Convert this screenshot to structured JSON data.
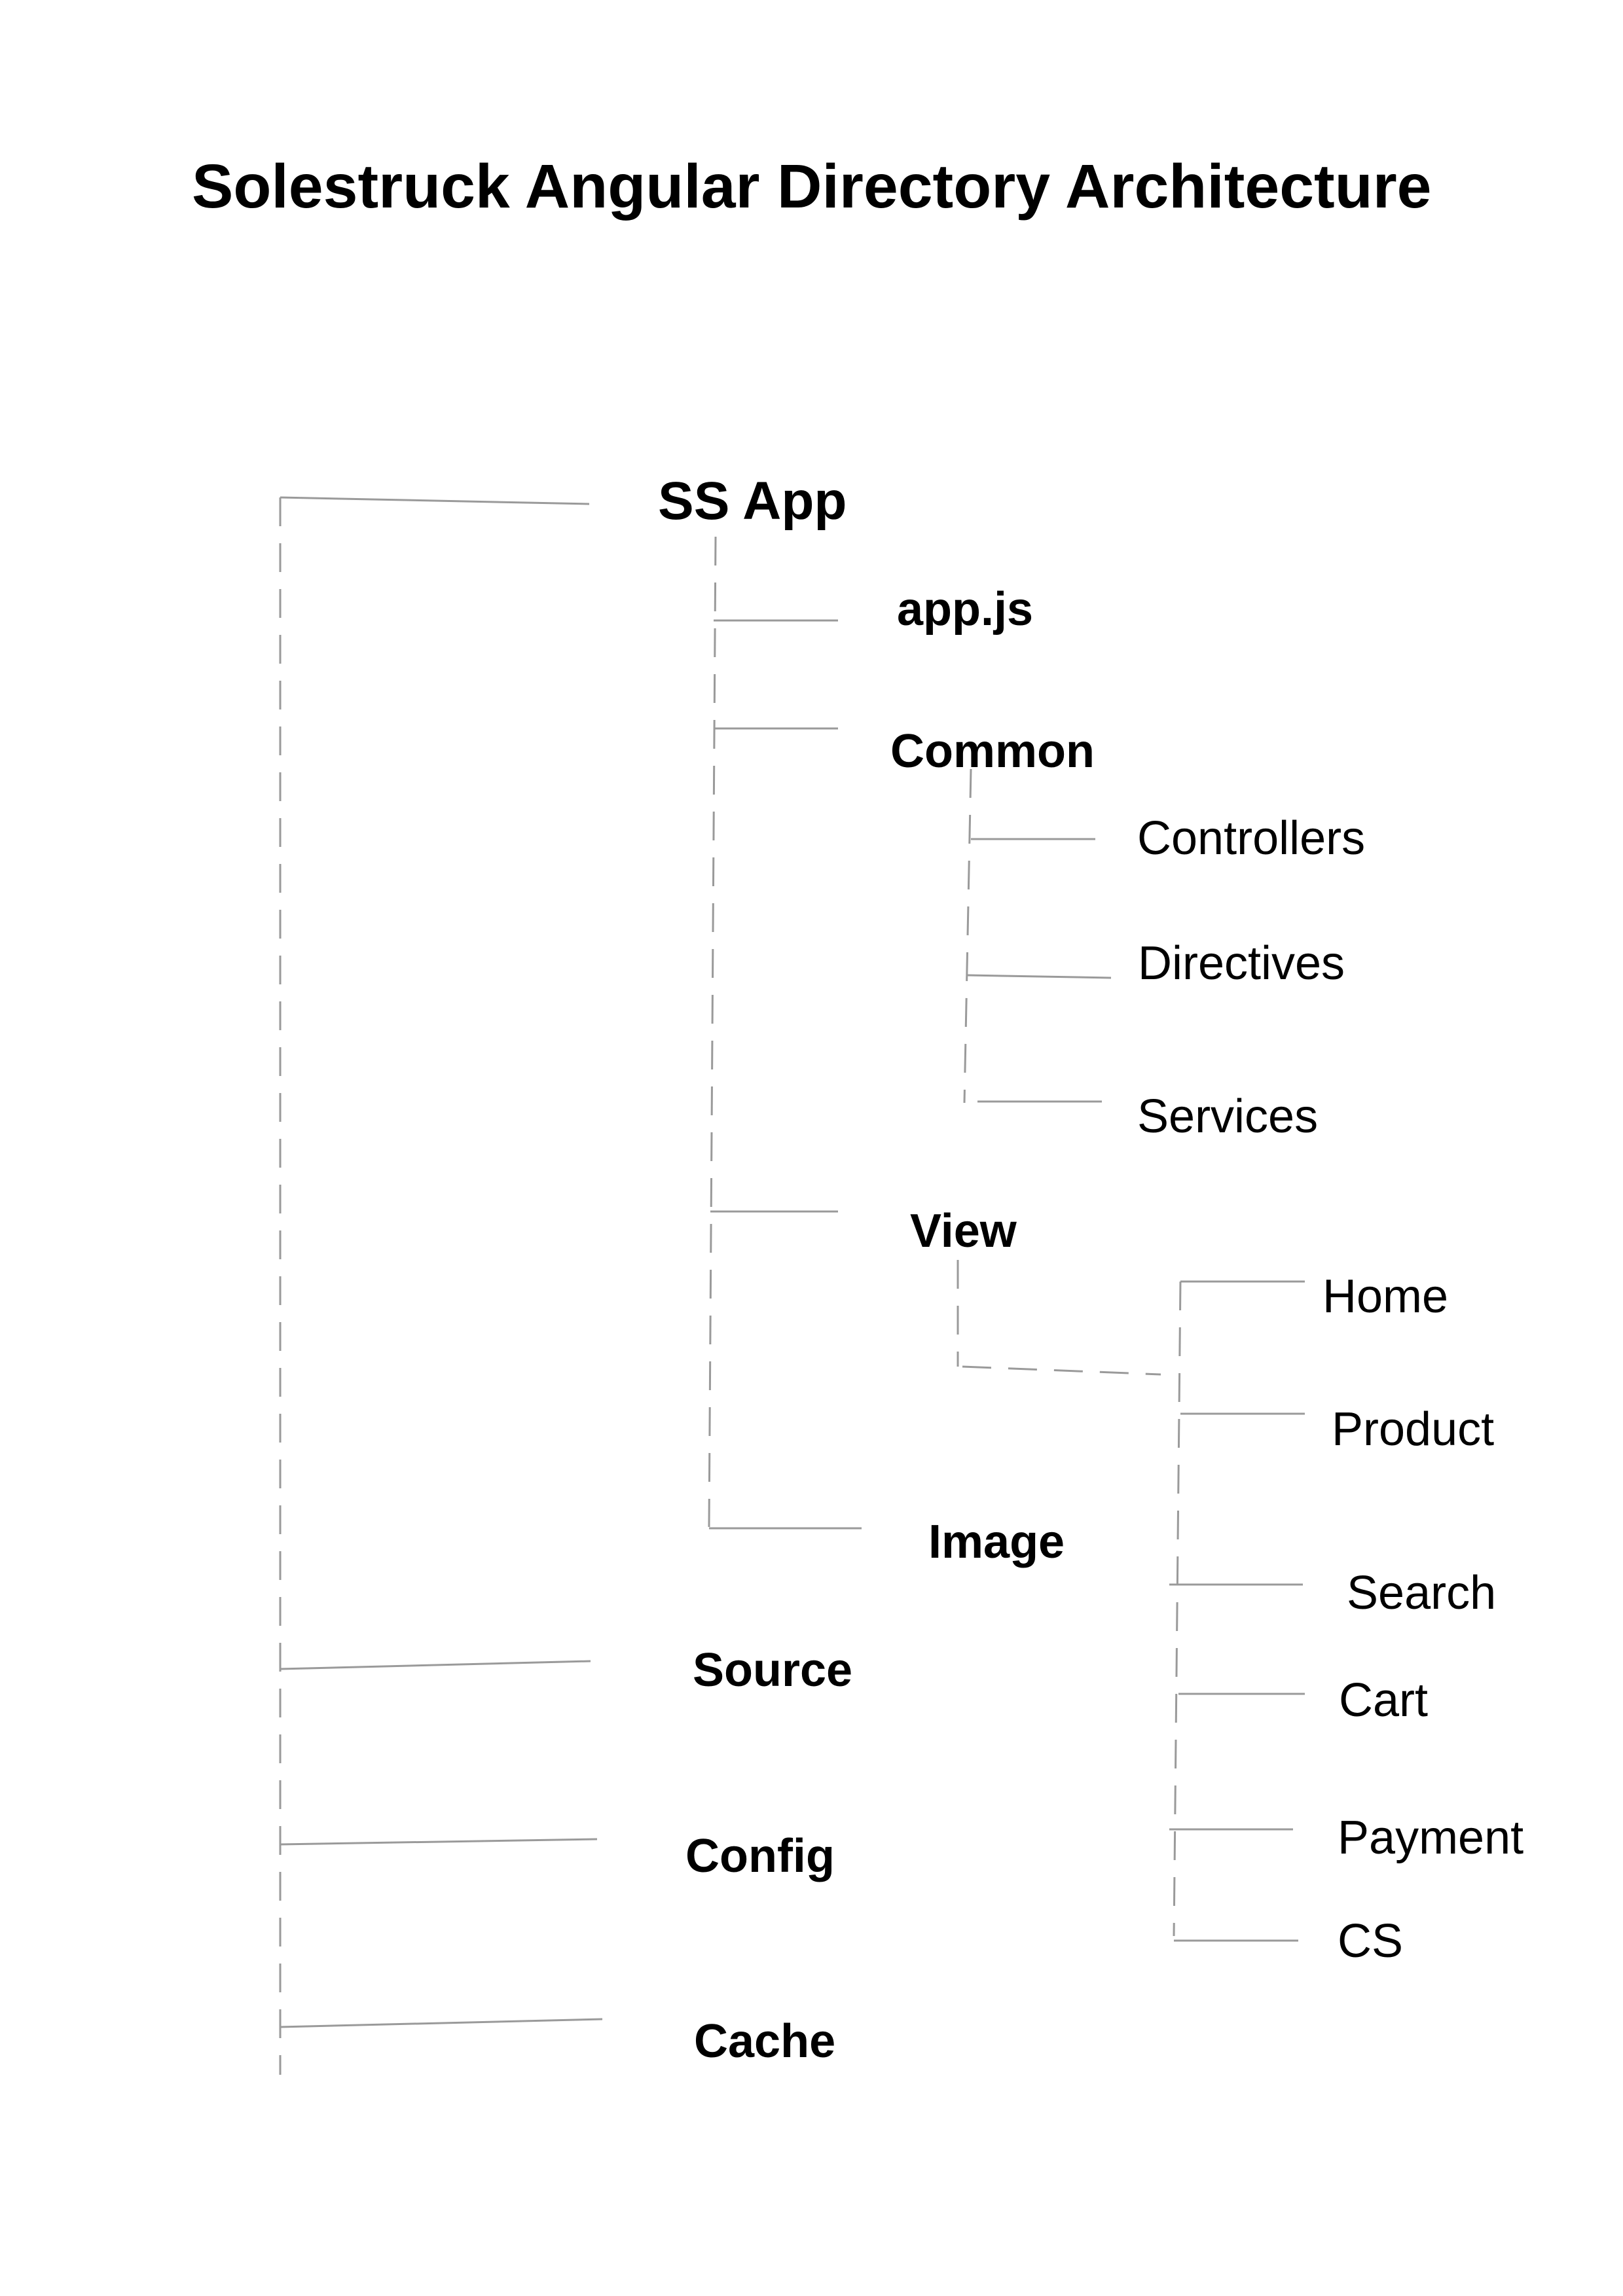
{
  "title": "Solestruck Angular Directory Architecture",
  "tree": {
    "root": "SS App",
    "app_children": {
      "app_js": "app.js",
      "common": "Common",
      "view": "View",
      "image": "Image"
    },
    "common_children": [
      "Controllers",
      "Directives",
      "Services"
    ],
    "view_children": [
      "Home",
      "Product",
      "Search",
      "Cart",
      "Payment",
      "CS"
    ],
    "top_level_siblings": [
      "Source",
      "Config",
      "Cache"
    ]
  },
  "colors": {
    "connector": "#9a9a9a",
    "text": "#000000",
    "background": "#ffffff"
  }
}
